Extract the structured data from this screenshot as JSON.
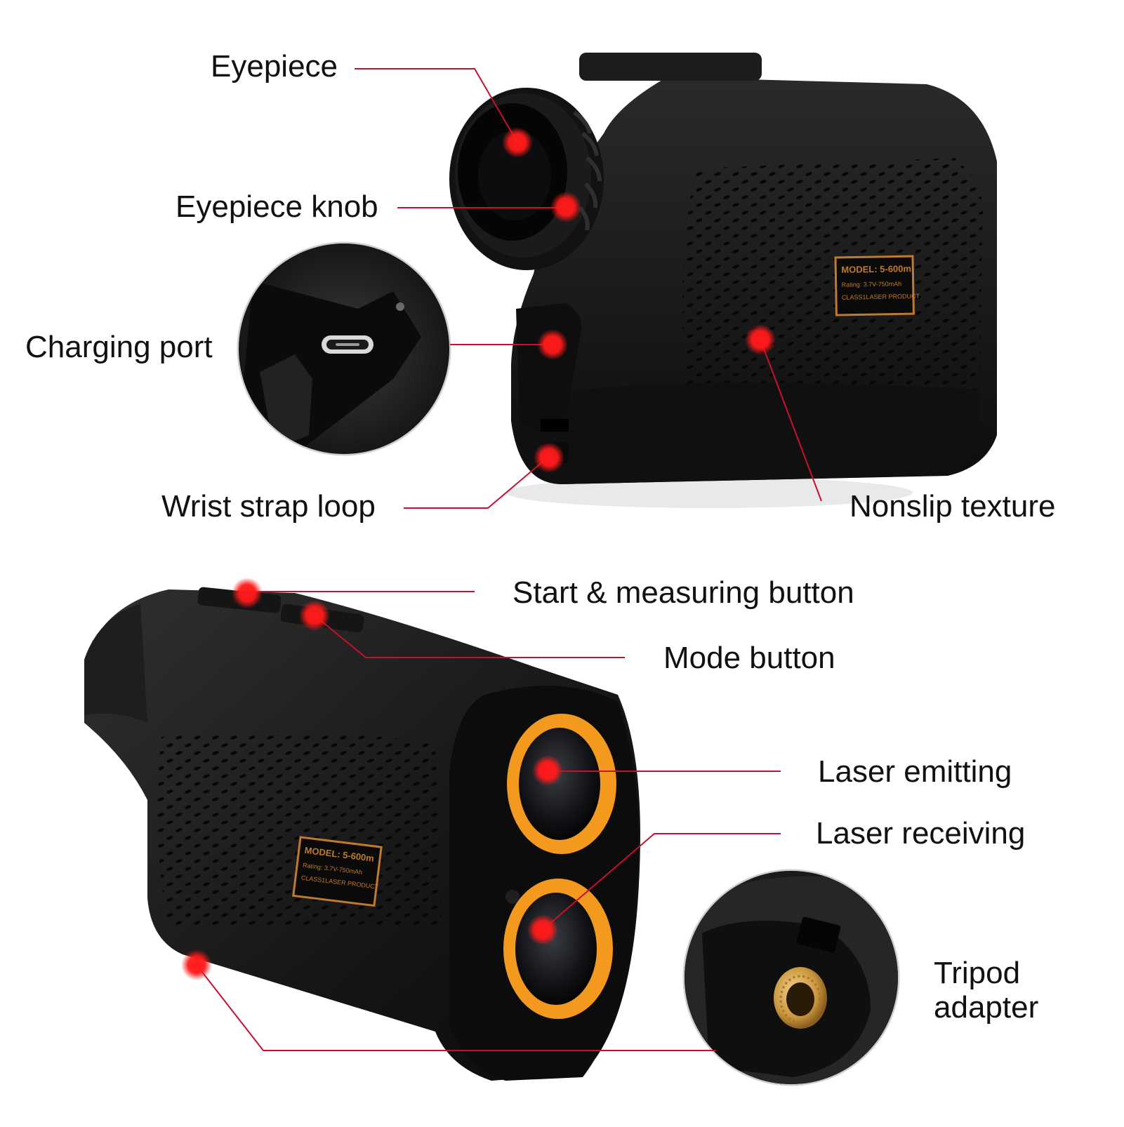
{
  "colors": {
    "background": "#ffffff",
    "text": "#111111",
    "leader_line": "#c8102e",
    "marker": "#ff1a1a",
    "device_body": "#151515",
    "lens_ring": "#f39a1e",
    "plate_frame": "#c07a2c"
  },
  "labels": {
    "eyepiece": "Eyepiece",
    "eyepiece_knob": "Eyepiece knob",
    "charging_port": "Charging port",
    "wrist_strap_loop": "Wrist strap loop",
    "nonslip_texture": "Nonslip texture",
    "start_button": "Start & measuring button",
    "mode_button": "Mode button",
    "laser_emitting": "Laser emitting",
    "laser_receiving": "Laser receiving",
    "tripod_adapter": "Tripod adapter"
  },
  "nameplate": {
    "model": "MODEL: 5-600m",
    "rating": "Rating: 3.7V-750mAh",
    "class": "CLASS1LASER PRODUCT"
  },
  "icons": {
    "marker": "red-dot-icon",
    "port": "usb-c-port-icon",
    "thread": "threaded-insert-icon"
  }
}
